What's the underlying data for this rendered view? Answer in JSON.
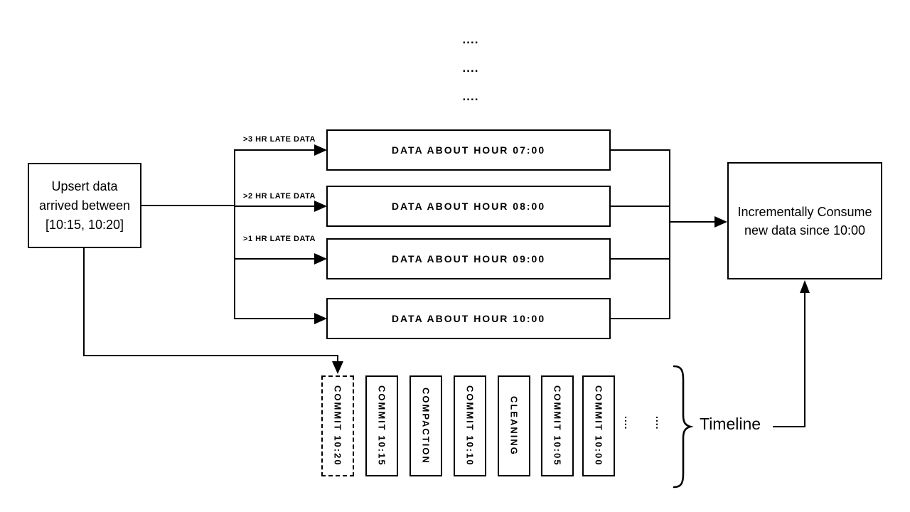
{
  "page": {
    "background": "#ffffff",
    "ink": "#000000"
  },
  "top_dots": {
    "rows": [
      "....",
      "....",
      "...."
    ]
  },
  "upsert_box": {
    "line1": "Upsert data",
    "line2": "arrived between",
    "line3": "[10:15, 10:20]"
  },
  "late_arrows": {
    "labels": [
      ">3 HR LATE DATA",
      ">2 HR LATE DATA",
      ">1 HR LATE DATA"
    ]
  },
  "data_boxes": {
    "labels": [
      "DATA ABOUT HOUR 07:00",
      "DATA ABOUT HOUR 08:00",
      "DATA ABOUT HOUR 09:00",
      "DATA ABOUT HOUR 10:00"
    ]
  },
  "consume_box": {
    "line1": "Incrementally Consume",
    "line2": "new data since 10:00"
  },
  "timeline": {
    "label": "Timeline",
    "items": [
      {
        "label": "COMMIT 10:20",
        "border": "dashed"
      },
      {
        "label": "COMMIT 10:15",
        "border": "solid"
      },
      {
        "label": "COMPACTION",
        "border": "solid"
      },
      {
        "label": "COMMIT 10:10",
        "border": "solid"
      },
      {
        "label": "CLEANING",
        "border": "solid"
      },
      {
        "label": "COMMIT 10:05",
        "border": "solid"
      },
      {
        "label": "COMMIT 10:00",
        "border": "solid"
      }
    ],
    "ellipsis": [
      "....",
      "...."
    ]
  }
}
